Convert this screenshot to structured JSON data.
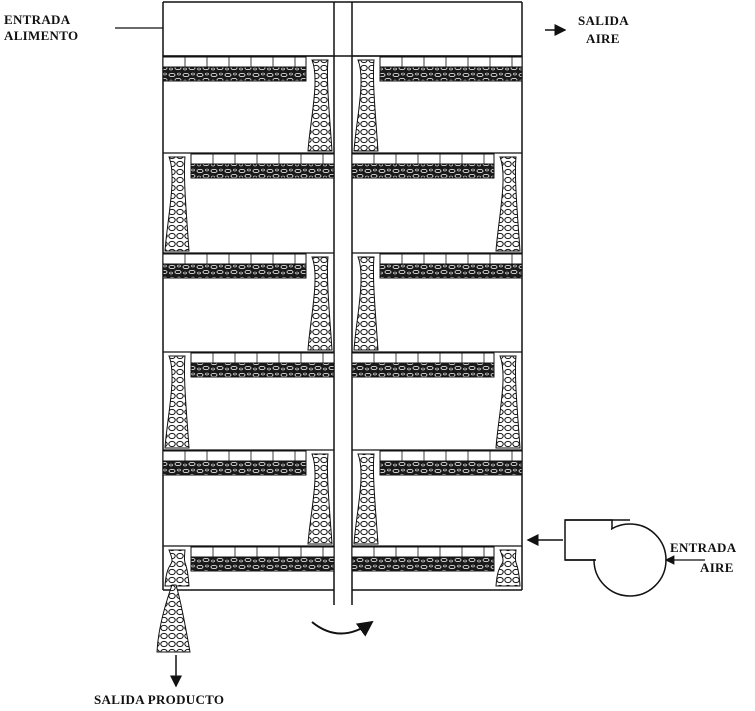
{
  "labels": {
    "feed_inlet_line1": "ENTRADA",
    "feed_inlet_line2": "ALIMENTO",
    "air_outlet_line1": "SALIDA",
    "air_outlet_line2": "AIRE",
    "air_inlet_line1": "ENTRADA",
    "air_inlet_line2": "AIRE",
    "product_outlet": "SALIDA PRODUCTO"
  },
  "trays": [
    {
      "side": "left",
      "slot": "right"
    },
    {
      "side": "right",
      "slot": "left"
    },
    {
      "side": "left",
      "slot": "left"
    },
    {
      "side": "right",
      "slot": "right"
    },
    {
      "side": "left",
      "slot": "right"
    },
    {
      "side": "right",
      "slot": "left"
    },
    {
      "side": "left",
      "slot": "left"
    },
    {
      "side": "right",
      "slot": "right"
    },
    {
      "side": "left",
      "slot": "right"
    },
    {
      "side": "right",
      "slot": "left"
    },
    {
      "side": "left",
      "slot": "left"
    },
    {
      "side": "right",
      "slot": "right"
    }
  ],
  "colors": {
    "line": "#111111",
    "bed": "#1a1a1a",
    "background": "#ffffff"
  },
  "icons": [
    "rotation-arrow-icon",
    "blower-fan-icon",
    "flow-arrow-icon"
  ]
}
